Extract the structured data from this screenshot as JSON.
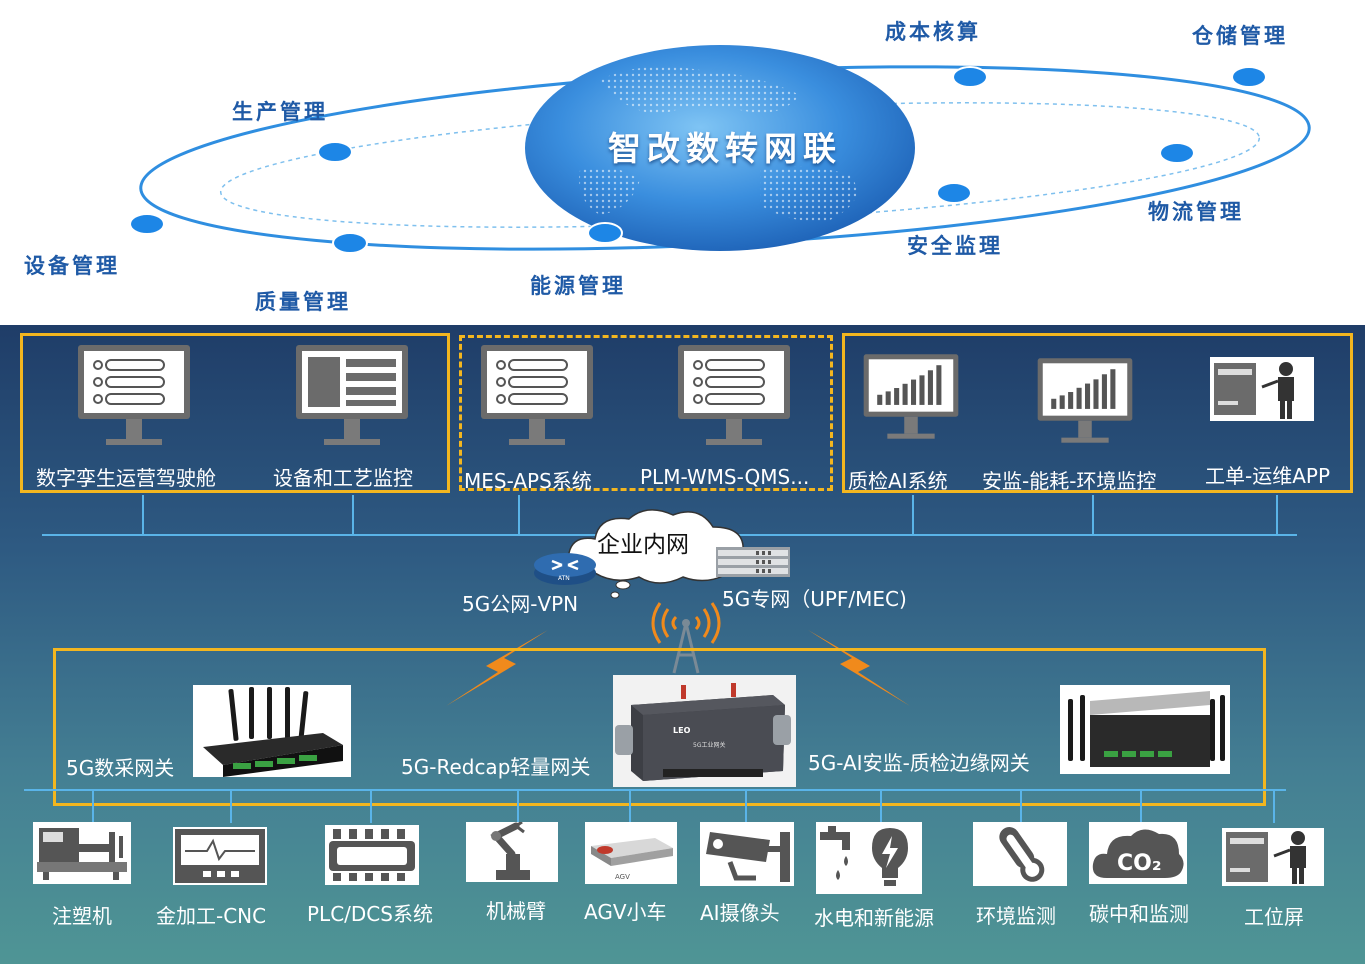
{
  "top": {
    "center_title": "智改数转网联",
    "orbit_labels": {
      "cost": "成本核算",
      "warehouse": "仓储管理",
      "production": "生产管理",
      "logistics": "物流管理",
      "equipment": "设备管理",
      "safety": "安全监理",
      "quality": "质量管理",
      "energy": "能源管理"
    }
  },
  "apps": {
    "group1": [
      "数字孪生运营驾驶舱",
      "设备和工艺监控"
    ],
    "group2": [
      "MES-APS系统",
      "PLM-WMS-QMS..."
    ],
    "group3": [
      "质检AI系统",
      "安监-能耗-环境监控",
      "工单-运维APP"
    ]
  },
  "network": {
    "cloud": "企业内网",
    "router_tag": "ATN",
    "public": "5G公网-VPN",
    "private": "5G专网（UPF/MEC)"
  },
  "gateways": [
    "5G数采网关",
    "5G-Redcap轻量网关",
    "5G-AI安监-质检边缘网关"
  ],
  "gateway_photo_text": {
    "brand": "LEO",
    "model": "5G工业网关"
  },
  "devices": [
    "注塑机",
    "金加工-CNC",
    "PLC/DCS系统",
    "机械臂",
    "AGV小车",
    "AI摄像头",
    "水电和新能源",
    "环境监测",
    "碳中和监测",
    "工位屏"
  ],
  "device_icon_text": {
    "agv": "AGV",
    "co2": "CO₂"
  },
  "colors": {
    "accent_yellow": "#f3b61f",
    "orbit_blue": "#1f5aa6",
    "line_blue": "#5ab4e8",
    "bolt_orange": "#f08a1c"
  }
}
